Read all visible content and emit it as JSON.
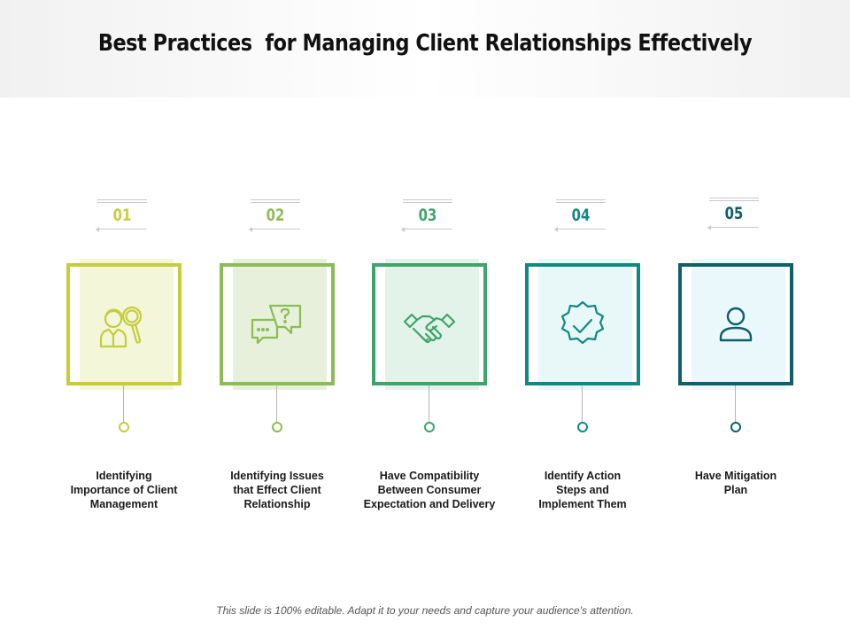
{
  "title": "Best Practices  for Managing Client Relationships Effectively",
  "footer": "This slide is 100% editable. Adapt it to your needs and capture your audience's attention.",
  "steps": [
    {
      "number": "01",
      "label": "Identifying\nImportance of Client\nManagement",
      "color": "#c5cd3b",
      "bg": "#f3f6d8",
      "icon": "person-search-icon"
    },
    {
      "number": "02",
      "label": "Identifying Issues\nthat Effect Client\nRelationship",
      "color": "#8cbc55",
      "bg": "#e6f0da",
      "icon": "chat-question-icon"
    },
    {
      "number": "03",
      "label": "Have Compatibility\nBetween Consumer\nExpectation and Delivery",
      "color": "#3fa46b",
      "bg": "#e3f3ea",
      "icon": "handshake-icon"
    },
    {
      "number": "04",
      "label": "Identify Action\nSteps and\nImplement Them",
      "color": "#0f8a83",
      "bg": "#e8f8f8",
      "icon": "verified-badge-icon"
    },
    {
      "number": "05",
      "label": "Have Mitigation\nPlan",
      "color": "#0e5f6b",
      "bg": "#eaf7fb",
      "icon": "user-icon"
    }
  ]
}
